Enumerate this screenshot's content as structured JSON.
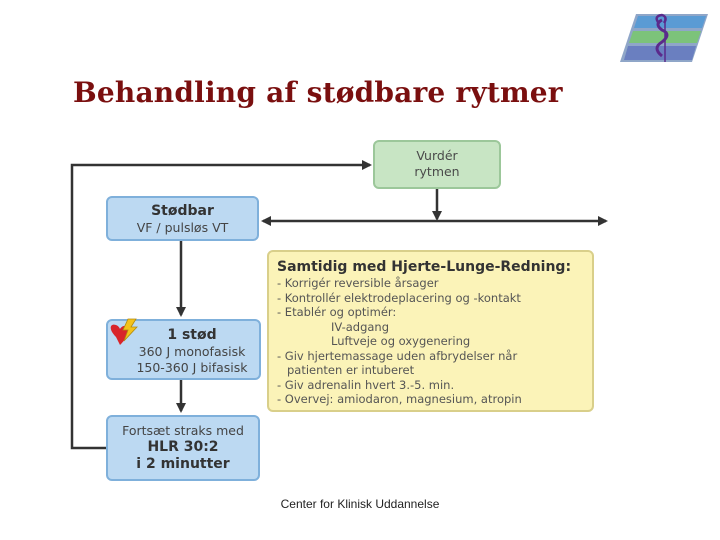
{
  "logo": {
    "icon": "medical-symbol-logo",
    "colors": [
      "#5a9bd4",
      "#7cc37a",
      "#6a3fa0"
    ]
  },
  "title": "Behandling af stødbare rytmer",
  "colors": {
    "title": "#7a0f0f",
    "green_box": "#c8e5c4",
    "blue_box": "#bcd9f2",
    "yellow_box": "#fbf3b8",
    "arrows": "#333333"
  },
  "nodes": {
    "vurder": {
      "line1": "Vurdér",
      "line2": "rytmen"
    },
    "stodbar": {
      "heading": "Stødbar",
      "sub": "VF / pulsløs VT"
    },
    "stod": {
      "heading": "1 stød",
      "line1": "360 J monofasisk",
      "line2": "150-360 J bifasisk",
      "icon": "heart-shock-icon"
    },
    "fortsaet": {
      "line1": "Fortsæt straks med",
      "line2": "HLR 30:2",
      "line3": "i 2 minutter"
    },
    "samtidig": {
      "heading": "Samtidig med Hjerte-Lunge-Redning:",
      "items": [
        "- Korrigér reversible årsager",
        "- Kontrollér elektrodeplacering og -kontakt",
        "- Etablér og optimér:",
        "IV-adgang",
        "Luftveje og oxygenering",
        "- Giv hjertemassage uden afbrydelser når",
        "patienten er intuberet",
        "- Giv adrenalin hvert 3.-5. min.",
        "- Overvej: amiodaron, magnesium, atropin"
      ]
    }
  },
  "footer": "Center for Klinisk Uddannelse"
}
